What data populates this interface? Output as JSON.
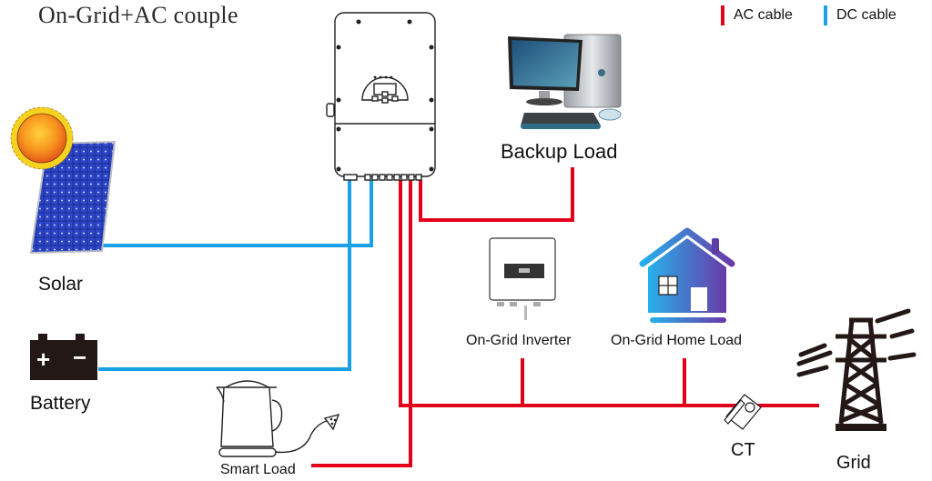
{
  "title": "On-Grid+AC couple",
  "legend": [
    {
      "label": "AC cable",
      "color": "#e2001a"
    },
    {
      "label": "DC cable",
      "color": "#1aa0e6"
    }
  ],
  "colors": {
    "ac_cable": "#e2001a",
    "dc_cable": "#1aa0e6"
  },
  "components": {
    "solar": {
      "label": "Solar",
      "icon": "solar-panel-icon"
    },
    "battery": {
      "label": "Battery",
      "icon": "battery-icon",
      "plus": "+",
      "minus": "−"
    },
    "hybrid_inverter": {
      "icon": "hybrid-inverter-icon"
    },
    "backup_load": {
      "label": "Backup Load",
      "icon": "desktop-computer-icon"
    },
    "ongrid_inverter": {
      "label": "On-Grid Inverter",
      "icon": "ongrid-inverter-icon"
    },
    "home_load": {
      "label": "On-Grid Home Load",
      "icon": "house-icon"
    },
    "smart_load": {
      "label": "Smart Load",
      "icon": "kettle-icon"
    },
    "ct": {
      "label": "CT",
      "icon": "current-transformer-icon"
    },
    "grid": {
      "label": "Grid",
      "icon": "power-tower-icon"
    }
  }
}
